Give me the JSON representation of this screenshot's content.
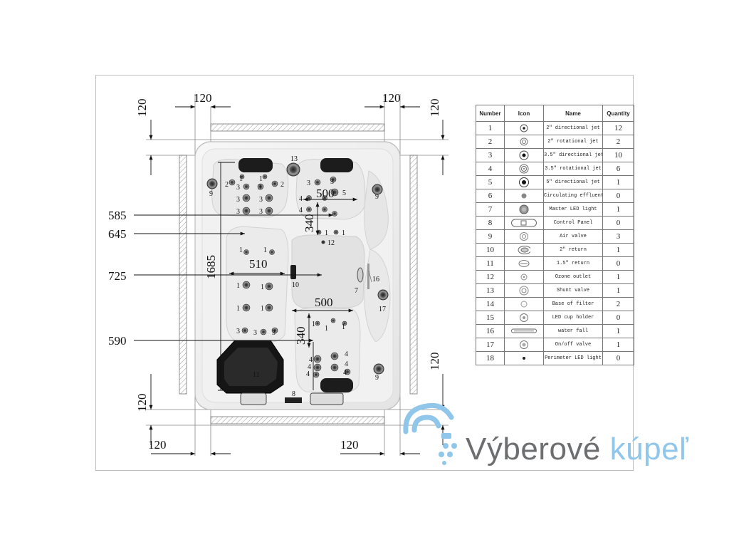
{
  "dimensions": {
    "top_left": "120",
    "top_right": "120",
    "bottom_left": "120",
    "bottom_right": "120",
    "left_top": "120",
    "left_bottom": "120",
    "right_top": "120",
    "right_bottom": "120",
    "h585": "585",
    "h645": "645",
    "h725": "725",
    "h590": "590",
    "v1685": "1685",
    "w500_top": "500",
    "w510": "510",
    "w500_bottom": "500",
    "d340_top": "340",
    "d340_bottom": "340"
  },
  "feature_labels": {
    "n13": "13",
    "n9_tl": "9",
    "n9_tr": "9",
    "n9_br": "9",
    "n12": "12",
    "n10": "10",
    "n7": "7",
    "n16": "16",
    "n17": "17",
    "n11": "11",
    "n8": "8"
  },
  "legend": {
    "headers": {
      "number": "Number",
      "icon": "Icon",
      "name": "Name",
      "quantity": "Quantity"
    },
    "rows": [
      {
        "number": "1",
        "icon": "2in-directional-jet-icon",
        "name": "2\"  directional jet",
        "quantity": "12"
      },
      {
        "number": "2",
        "icon": "2in-rotational-jet-icon",
        "name": "2\"  rotational jet",
        "quantity": "2"
      },
      {
        "number": "3",
        "icon": "3-5in-directional-jet-icon",
        "name": "3.5\"  directional jet",
        "quantity": "10"
      },
      {
        "number": "4",
        "icon": "3-5in-rotational-jet-icon",
        "name": "3.5\"  rotational jet",
        "quantity": "6"
      },
      {
        "number": "5",
        "icon": "5in-directional-jet-icon",
        "name": "5\"  directional jet",
        "quantity": "1"
      },
      {
        "number": "6",
        "icon": "circulating-effluent-icon",
        "name": "Circulating effluent",
        "quantity": "0"
      },
      {
        "number": "7",
        "icon": "master-led-light-icon",
        "name": "Master LED light",
        "quantity": "1"
      },
      {
        "number": "8",
        "icon": "control-panel-icon",
        "name": "Control Panel",
        "quantity": "0"
      },
      {
        "number": "9",
        "icon": "air-valve-icon",
        "name": "Air valve",
        "quantity": "3"
      },
      {
        "number": "10",
        "icon": "2in-return-icon",
        "name": "2\"  return",
        "quantity": "1"
      },
      {
        "number": "11",
        "icon": "1-5in-return-icon",
        "name": "1.5\"  return",
        "quantity": "0"
      },
      {
        "number": "12",
        "icon": "ozone-outlet-icon",
        "name": "Ozone outlet",
        "quantity": "1"
      },
      {
        "number": "13",
        "icon": "shunt-valve-icon",
        "name": "Shunt valve",
        "quantity": "1"
      },
      {
        "number": "14",
        "icon": "base-of-filter-icon",
        "name": "Base of filter",
        "quantity": "2"
      },
      {
        "number": "15",
        "icon": "led-cup-holder-icon",
        "name": "LED cup holder",
        "quantity": "0"
      },
      {
        "number": "16",
        "icon": "water-fall-icon",
        "name": "water fall",
        "quantity": "1"
      },
      {
        "number": "17",
        "icon": "on-off-valve-icon",
        "name": "On/off  valve",
        "quantity": "1"
      },
      {
        "number": "18",
        "icon": "perimeter-led-light-icon",
        "name": "Perimeter LED light",
        "quantity": "0"
      }
    ]
  },
  "brand": {
    "word1": "Výberové",
    "word2": "kúpeľ"
  },
  "colors": {
    "brand_gray": "#6d6e70",
    "brand_blue": "#8fc6ea",
    "tub_shell": "#f3f3f3",
    "pillow": "#1c1c1c"
  }
}
